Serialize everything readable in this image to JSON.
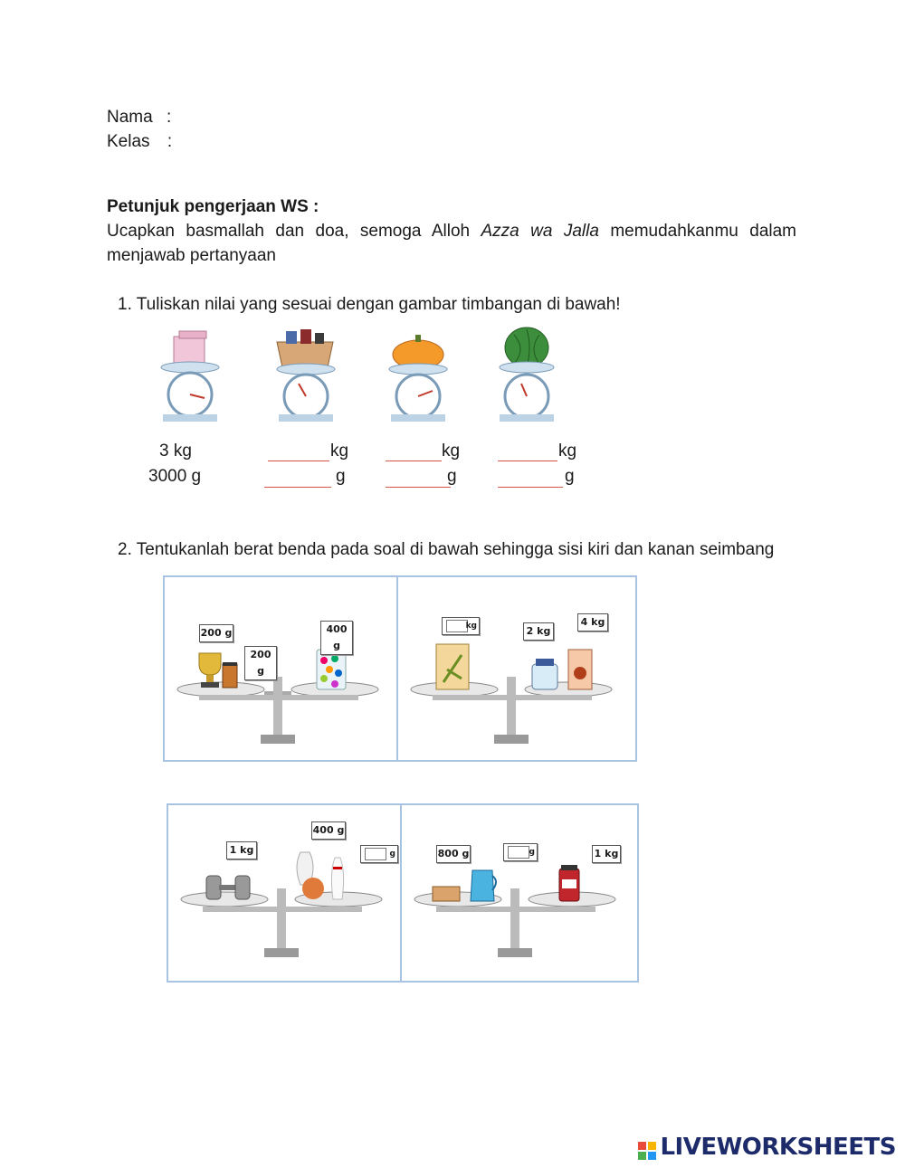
{
  "header": {
    "nama_label": "Nama",
    "kelas_label": "Kelas",
    "colon": ":"
  },
  "instructions": {
    "title": "Petunjuk pengerjaan WS :",
    "text_before": "Ucapkan basmallah dan doa, semoga Alloh ",
    "text_italic": "Azza wa Jalla",
    "text_after": " memudahkanmu dalam",
    "text_line2": "menjawab pertanyaan"
  },
  "question1": {
    "text": "1. Tuliskan nilai yang sesuai dengan gambar timbangan di bawah!",
    "example_kg": "3 kg",
    "example_g": "3000 g",
    "unit_kg": "kg",
    "unit_g": "g",
    "scale_items": [
      "gift-box",
      "grocery-box",
      "pumpkin",
      "watermelon"
    ]
  },
  "question2": {
    "text": "2. Tentukanlah berat benda pada soal di bawah sehingga sisi kiri dan kanan seimbang",
    "panel1_tags": [
      "200 g",
      "200 g",
      "400 g"
    ],
    "panel2_tags": [
      "kg",
      "2 kg",
      "4 kg"
    ],
    "panel3_tags": [
      "1 kg",
      "400 g",
      "g"
    ],
    "panel4_tags": [
      "800 g",
      "g",
      "1 kg"
    ]
  },
  "branding": {
    "logo_text": "LIVEWORKSHEETS",
    "logo_colors": [
      "#e94b3c",
      "#f7b500",
      "#4caf50",
      "#2196f3"
    ]
  }
}
